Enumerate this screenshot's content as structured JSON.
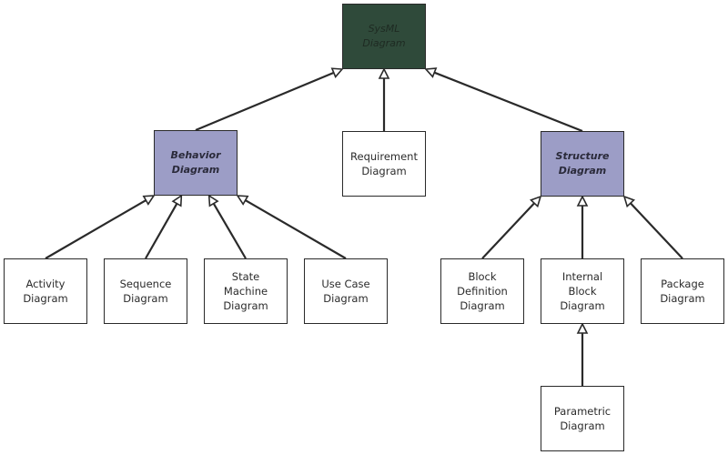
{
  "colors": {
    "root_fill": "#2f4a3a",
    "abstract_fill": "#9c9dc6",
    "concrete_fill": "#ffffff",
    "stroke": "#2a2a2a"
  },
  "nodes": {
    "sysml": "SysML\nDiagram",
    "behavior": "Behavior\nDiagram",
    "requirement": "Requirement\nDiagram",
    "structure": "Structure\nDiagram",
    "activity": "Activity\nDiagram",
    "sequence": "Sequence\nDiagram",
    "state_machine": "State\nMachine\nDiagram",
    "use_case": "Use Case\nDiagram",
    "block_definition": "Block\nDefinition\nDiagram",
    "internal_block": "Internal\nBlock\nDiagram",
    "package": "Package\nDiagram",
    "parametric": "Parametric\nDiagram"
  },
  "edges": [
    {
      "from": "behavior",
      "to": "sysml",
      "type": "generalization"
    },
    {
      "from": "requirement",
      "to": "sysml",
      "type": "generalization"
    },
    {
      "from": "structure",
      "to": "sysml",
      "type": "generalization"
    },
    {
      "from": "activity",
      "to": "behavior",
      "type": "generalization"
    },
    {
      "from": "sequence",
      "to": "behavior",
      "type": "generalization"
    },
    {
      "from": "state_machine",
      "to": "behavior",
      "type": "generalization"
    },
    {
      "from": "use_case",
      "to": "behavior",
      "type": "generalization"
    },
    {
      "from": "block_definition",
      "to": "structure",
      "type": "generalization"
    },
    {
      "from": "internal_block",
      "to": "structure",
      "type": "generalization"
    },
    {
      "from": "package",
      "to": "structure",
      "type": "generalization"
    },
    {
      "from": "parametric",
      "to": "internal_block",
      "type": "generalization"
    }
  ]
}
